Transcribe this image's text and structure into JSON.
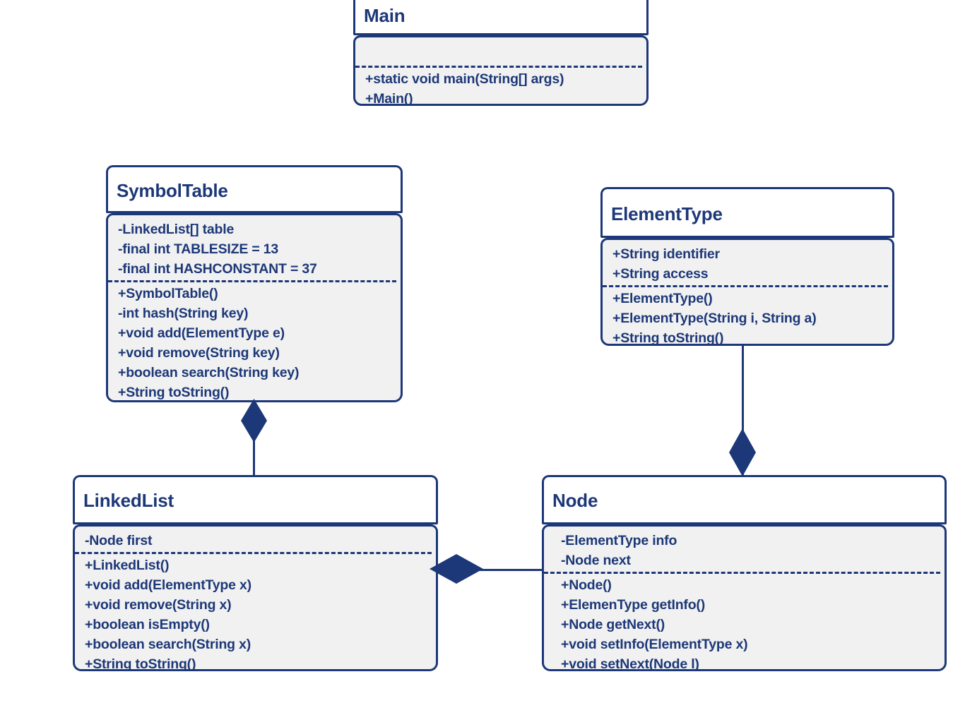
{
  "diagram": {
    "title": "UML Class Diagram",
    "style": {
      "stroke": "#1d3878",
      "title_fill": "#ffffff",
      "body_fill": "#f1f1f1",
      "page_background": "#ffffff"
    }
  },
  "classes": [
    {
      "id": "main",
      "name": "Main",
      "attributes": [],
      "methods": [
        "+static void main(String[] args)",
        "+Main()"
      ]
    },
    {
      "id": "symboltable",
      "name": "SymbolTable",
      "attributes": [
        "-LinkedList[] table",
        "-final int TABLESIZE = 13",
        "-final int HASHCONSTANT = 37"
      ],
      "methods": [
        "+SymbolTable()",
        "-int hash(String key)",
        "+void add(ElementType e)",
        "+void remove(String key)",
        "+boolean search(String key)",
        "+String toString()"
      ]
    },
    {
      "id": "elementtype",
      "name": "ElementType",
      "attributes": [
        "+String identifier",
        "+String access"
      ],
      "methods": [
        "+ElementType()",
        "+ElementType(String i, String a)",
        "+String toString()"
      ]
    },
    {
      "id": "linkedlist",
      "name": "LinkedList",
      "attributes": [
        "-Node first"
      ],
      "methods": [
        "+LinkedList()",
        "+void add(ElementType x)",
        "+void remove(String x)",
        "+boolean isEmpty()",
        "+boolean search(String x)",
        "+String toString()"
      ]
    },
    {
      "id": "node",
      "name": "Node",
      "attributes": [
        "-ElementType info",
        "-Node next"
      ],
      "methods": [
        "+Node()",
        "+ElemenType getInfo()",
        "+Node getNext()",
        "+void setInfo(ElementType x)",
        "+void setNext(Node l)"
      ]
    }
  ],
  "relationships": [
    {
      "id": "symboltable-linkedlist",
      "type": "composition",
      "from": "SymbolTable",
      "to": "LinkedList",
      "marker": "filled-diamond"
    },
    {
      "id": "elementtype-node",
      "type": "composition",
      "from": "ElementType",
      "to": "Node",
      "marker": "filled-diamond"
    },
    {
      "id": "node-linkedlist",
      "type": "composition",
      "from": "Node",
      "to": "LinkedList",
      "marker": "filled-diamond"
    }
  ]
}
